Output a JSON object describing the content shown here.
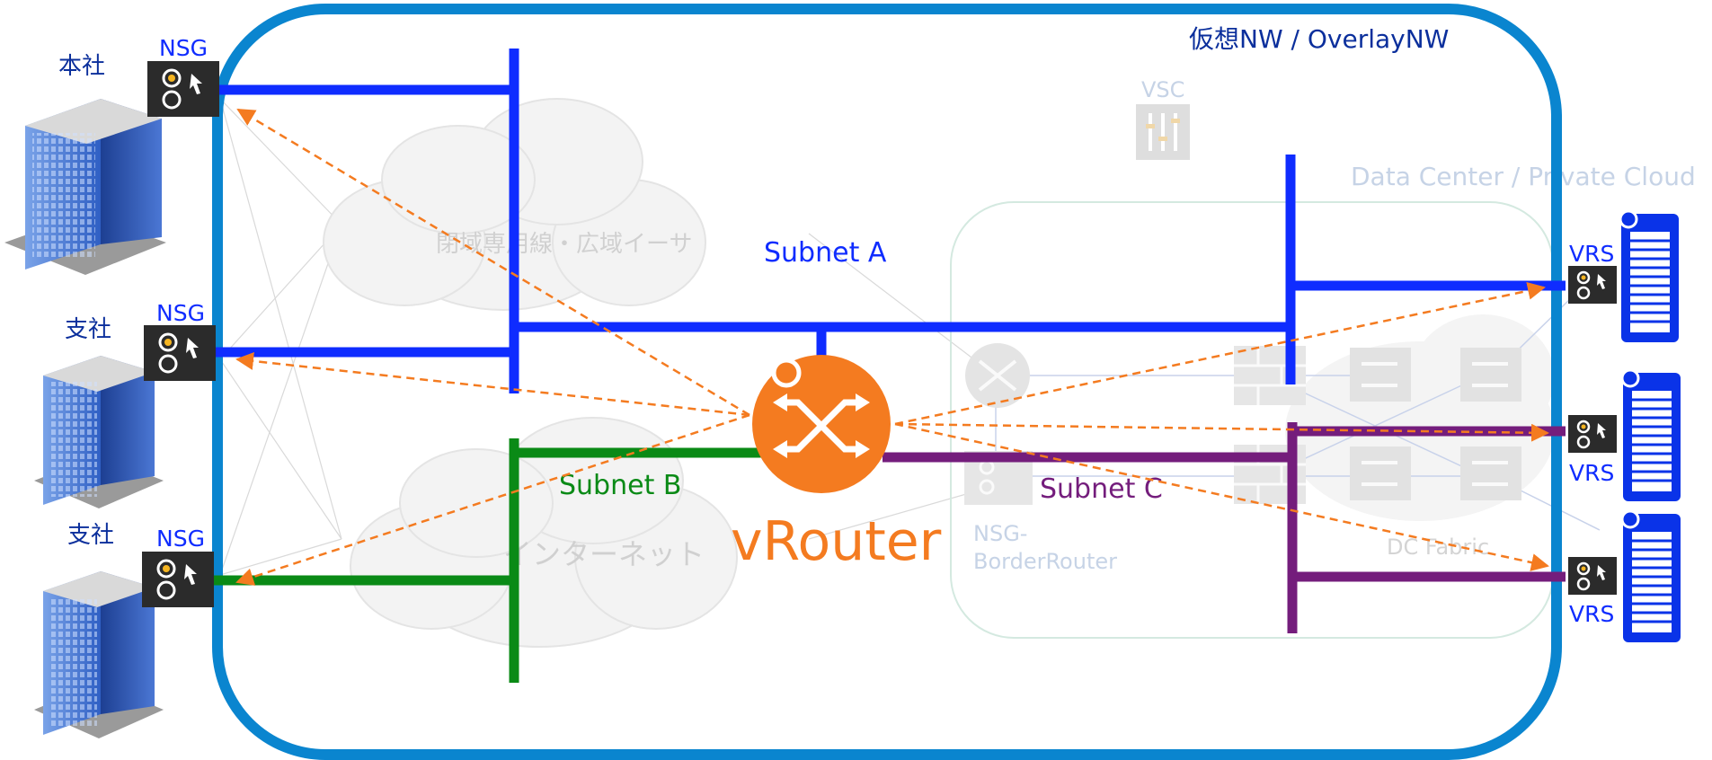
{
  "overlay": {
    "title": "仮想NW / OverlayNW"
  },
  "sites": [
    {
      "label": "本社",
      "nsg_label": "NSG"
    },
    {
      "label": "支社",
      "nsg_label": "NSG"
    },
    {
      "label": "支社",
      "nsg_label": "NSG"
    }
  ],
  "underlay": {
    "closed_network": "閉域専用線・広域イーサ",
    "internet": "インターネット",
    "vsc": "VSC",
    "dc_title": "Data Center / Private Cloud",
    "border_router_line1": "NSG-",
    "border_router_line2": "BorderRouter",
    "dc_fabric": "DC Fabric"
  },
  "subnets": {
    "a": "Subnet A",
    "b": "Subnet B",
    "c": "Subnet C"
  },
  "vrouter": {
    "label": "vRouter"
  },
  "vrs": [
    {
      "label": "VRS"
    },
    {
      "label": "VRS"
    },
    {
      "label": "VRS"
    }
  ],
  "colors": {
    "overlay_border": "#0a85cf",
    "subnet_a": "#0f2cff",
    "subnet_b": "#0a8a16",
    "subnet_c": "#741d7c",
    "vrouter": "#f47b20",
    "flow_arrows": "#f47b20",
    "site_text": "#0b2f9c",
    "underlay_faded": "#c6d3e6"
  },
  "icons": {
    "building": "office-building-icon",
    "nsg": "nsg-appliance-icon",
    "vsc": "vsc-controller-icon",
    "vrouter": "router-icon",
    "server": "server-rack-icon",
    "cloud": "cloud-icon",
    "firewall": "firewall-icon",
    "switch": "switch-icon"
  }
}
